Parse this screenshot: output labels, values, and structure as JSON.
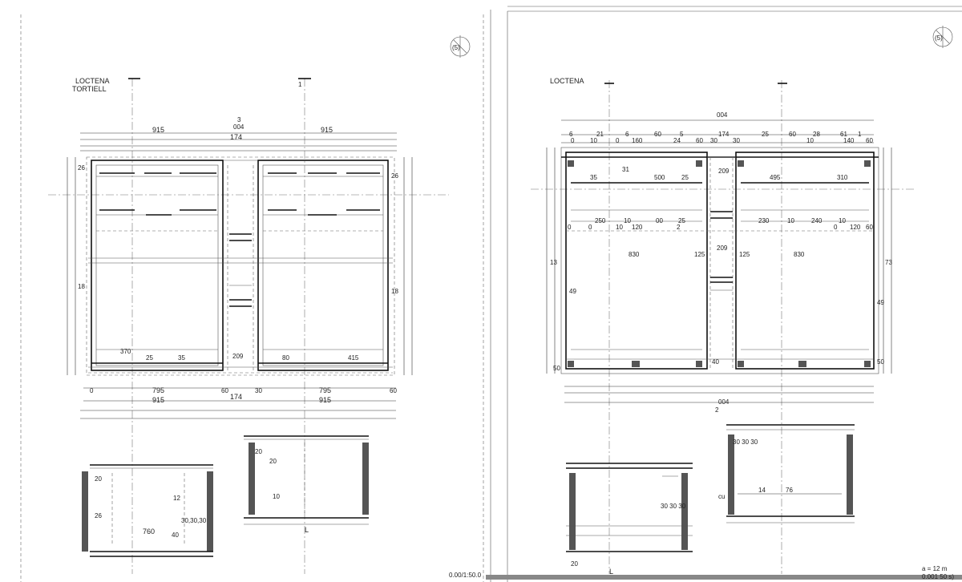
{
  "sheet_left": {
    "title_line1": "LOCTENA",
    "title_line2": "TORTIELL",
    "north": "(5)",
    "section_tag_a": "3",
    "section_tag_b": "1",
    "top_total": "004",
    "top_left_span": "915",
    "top_right_span": "915",
    "top_mid": "174",
    "bottom_left_span": "795",
    "bottom_right_span": "795",
    "bottom_mid": "174",
    "bottom_left_outer": "915",
    "bottom_right_outer": "915",
    "bottom_edge_left": "0",
    "bottom_edge_mid": "60",
    "bottom_edge_mid2": "30",
    "bottom_edge_right": "60",
    "side_left_a": "26",
    "side_left_b": "18",
    "side_right_a": "26",
    "side_right_b": "18",
    "inner_a": "370",
    "inner_b": "25",
    "inner_c": "35",
    "inner_d": "80",
    "inner_e": "415",
    "inner_f": "209",
    "detail_a_top": "20",
    "detail_a_side": "26",
    "detail_a_mid": "12",
    "detail_a_bottom": "760",
    "detail_a_bottom2": "40",
    "detail_a_mark": "30,30,30",
    "detail_b_top": "20",
    "detail_b_side": "20",
    "detail_b_mid": "10",
    "footer": "0.00/1:50.0",
    "cut_mark": "L"
  },
  "sheet_right": {
    "title_line1": "LOCTENA",
    "north": "(5)",
    "top_total": "004",
    "top_row": [
      "6",
      "21",
      "6",
      "60",
      "5",
      "174",
      "25",
      "60",
      "28",
      "61",
      "1"
    ],
    "second_row": [
      "0",
      "10",
      "0",
      "160",
      "24",
      "60",
      "30",
      "30",
      "10",
      "140",
      "60"
    ],
    "room_a_left": "35",
    "room_a_mid": "31",
    "room_a_right": "500",
    "room_a_gap": "25",
    "room_b_mid": "209",
    "room_b_right": "495",
    "room_b_far": "310",
    "row3": [
      "250",
      "10",
      "00",
      "25"
    ],
    "row3b": [
      "230",
      "10",
      "240",
      "10"
    ],
    "row4": [
      "0",
      "0",
      "10",
      "120",
      "2"
    ],
    "row4b": [
      "0",
      "120",
      "60"
    ],
    "span_left": "830",
    "span_right": "830",
    "span_mid": "209",
    "mid_a": "125",
    "mid_b": "125",
    "side_left": "49",
    "side_right": "49",
    "side_left_b": "50",
    "side_right_b": "50",
    "vert_a": "13",
    "vert_b": "73",
    "vert_c": "40",
    "bottom_total": "004",
    "bottom_mark": "2",
    "detail_c_top": "30 30 30",
    "detail_c_val": "76",
    "detail_c_side": "14",
    "detail_c_left": "cu",
    "detail_d_mark": "30 30 30",
    "detail_d_side": "20",
    "scale_a": "a = 12 m",
    "scale_b": "0.001 50 s)",
    "cut_mark": "L"
  }
}
